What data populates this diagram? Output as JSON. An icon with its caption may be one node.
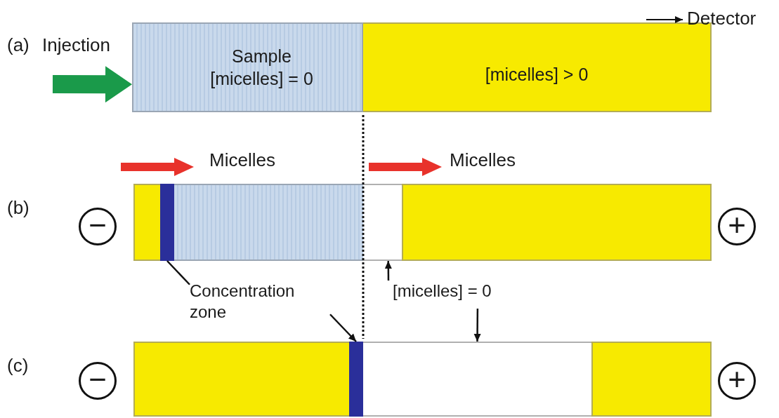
{
  "diagram": {
    "nodes": [
      {
        "text": [
          "Sample",
          "[micelles] = 0"
        ]
      },
      {
        "text": [
          "[micelles] > 0"
        ]
      },
      {
        "text": [
          "−"
        ]
      },
      {
        "text": [],
        "shape": "bar"
      },
      {
        "text": [],
        "shape": "bar"
      },
      {
        "text": [],
        "shape": "bar"
      },
      {
        "text": [],
        "shape": "bar"
      },
      {
        "text": [],
        "shape": "bar"
      },
      {
        "text": [
          "+"
        ]
      },
      {
        "text": [
          "Concentration zone"
        ]
      },
      {
        "text": [
          "[micelles] = 0"
        ]
      },
      {
        "text": [
          "−"
        ]
      },
      {
        "text": [],
        "shape": "bar"
      },
      {
        "text": [],
        "shape": "bar"
      },
      {
        "text": [],
        "shape": "bar"
      },
      {
        "text": [],
        "shape": "bar"
      },
      {
        "text": [
          "+"
        ]
      }
    ],
    "edges": [
      {
        "from": null,
        "to": 0,
        "arrow": "to",
        "style": "thick",
        "color": "#1a9a4a"
      },
      {
        "from": 9,
        "to": 4,
        "arrow": "none"
      },
      {
        "from": 9,
        "to": 13,
        "arrow": "to"
      },
      {
        "from": 10,
        "to": 6,
        "arrow": "to"
      },
      {
        "from": 10,
        "to": 14,
        "arrow": "to"
      }
    ],
    "labels": [
      "Detector",
      "(a)",
      "Injection",
      "Micelles",
      "Micelles",
      "(b)",
      "(c)"
    ]
  }
}
